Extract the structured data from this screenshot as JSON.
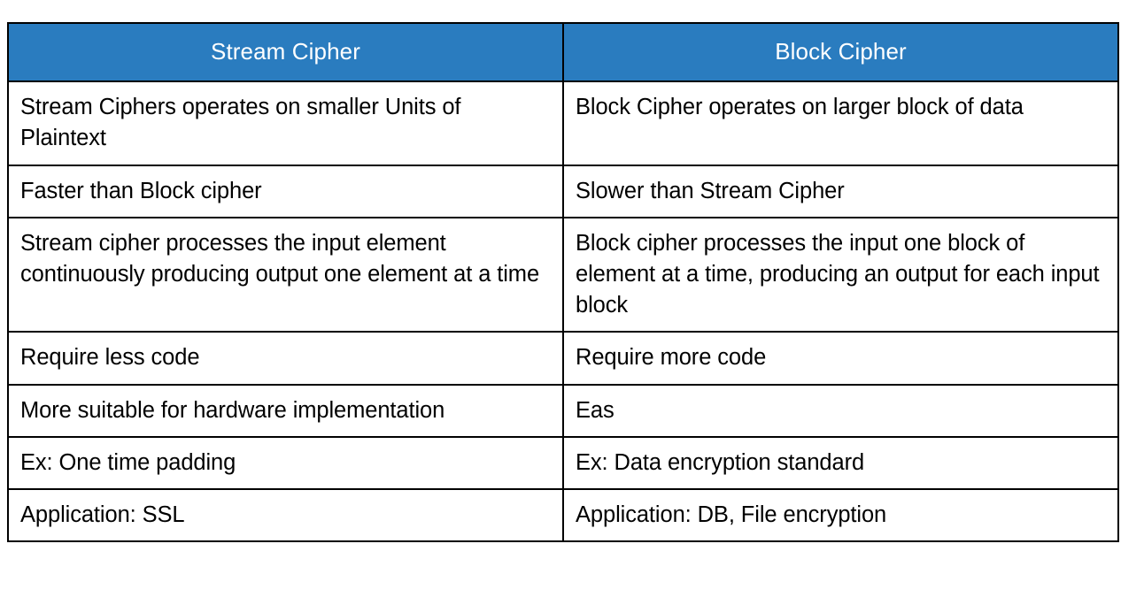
{
  "table": {
    "title": "Stream Cipher vs Block Cipher comparison table",
    "accent_color": "#2a7cbf",
    "header_text_color": "#ffffff",
    "body_text_color": "#000000",
    "border_color": "#000000",
    "columns": [
      {
        "key": "stream",
        "label": "Stream Cipher"
      },
      {
        "key": "block",
        "label": "Block Cipher"
      }
    ],
    "rows": [
      {
        "stream": "Stream Ciphers operates on smaller Units of Plaintext",
        "block": "Block Cipher operates on larger block of data"
      },
      {
        "stream": "Faster than Block cipher",
        "block": "Slower than Stream Cipher"
      },
      {
        "stream": "Stream cipher processes the input element continuously producing output one element at a time",
        "block": "Block cipher processes the input one block of element at a time, producing an output for each input block"
      },
      {
        "stream": "Require less code",
        "block": "Require more code"
      },
      {
        "stream": "More suitable for hardware implementation",
        "block": "Eas"
      },
      {
        "stream": "Ex: One time padding",
        "block": "Ex: Data encryption standard"
      },
      {
        "stream": "Application: SSL",
        "block": "Application: DB, File encryption"
      }
    ]
  }
}
